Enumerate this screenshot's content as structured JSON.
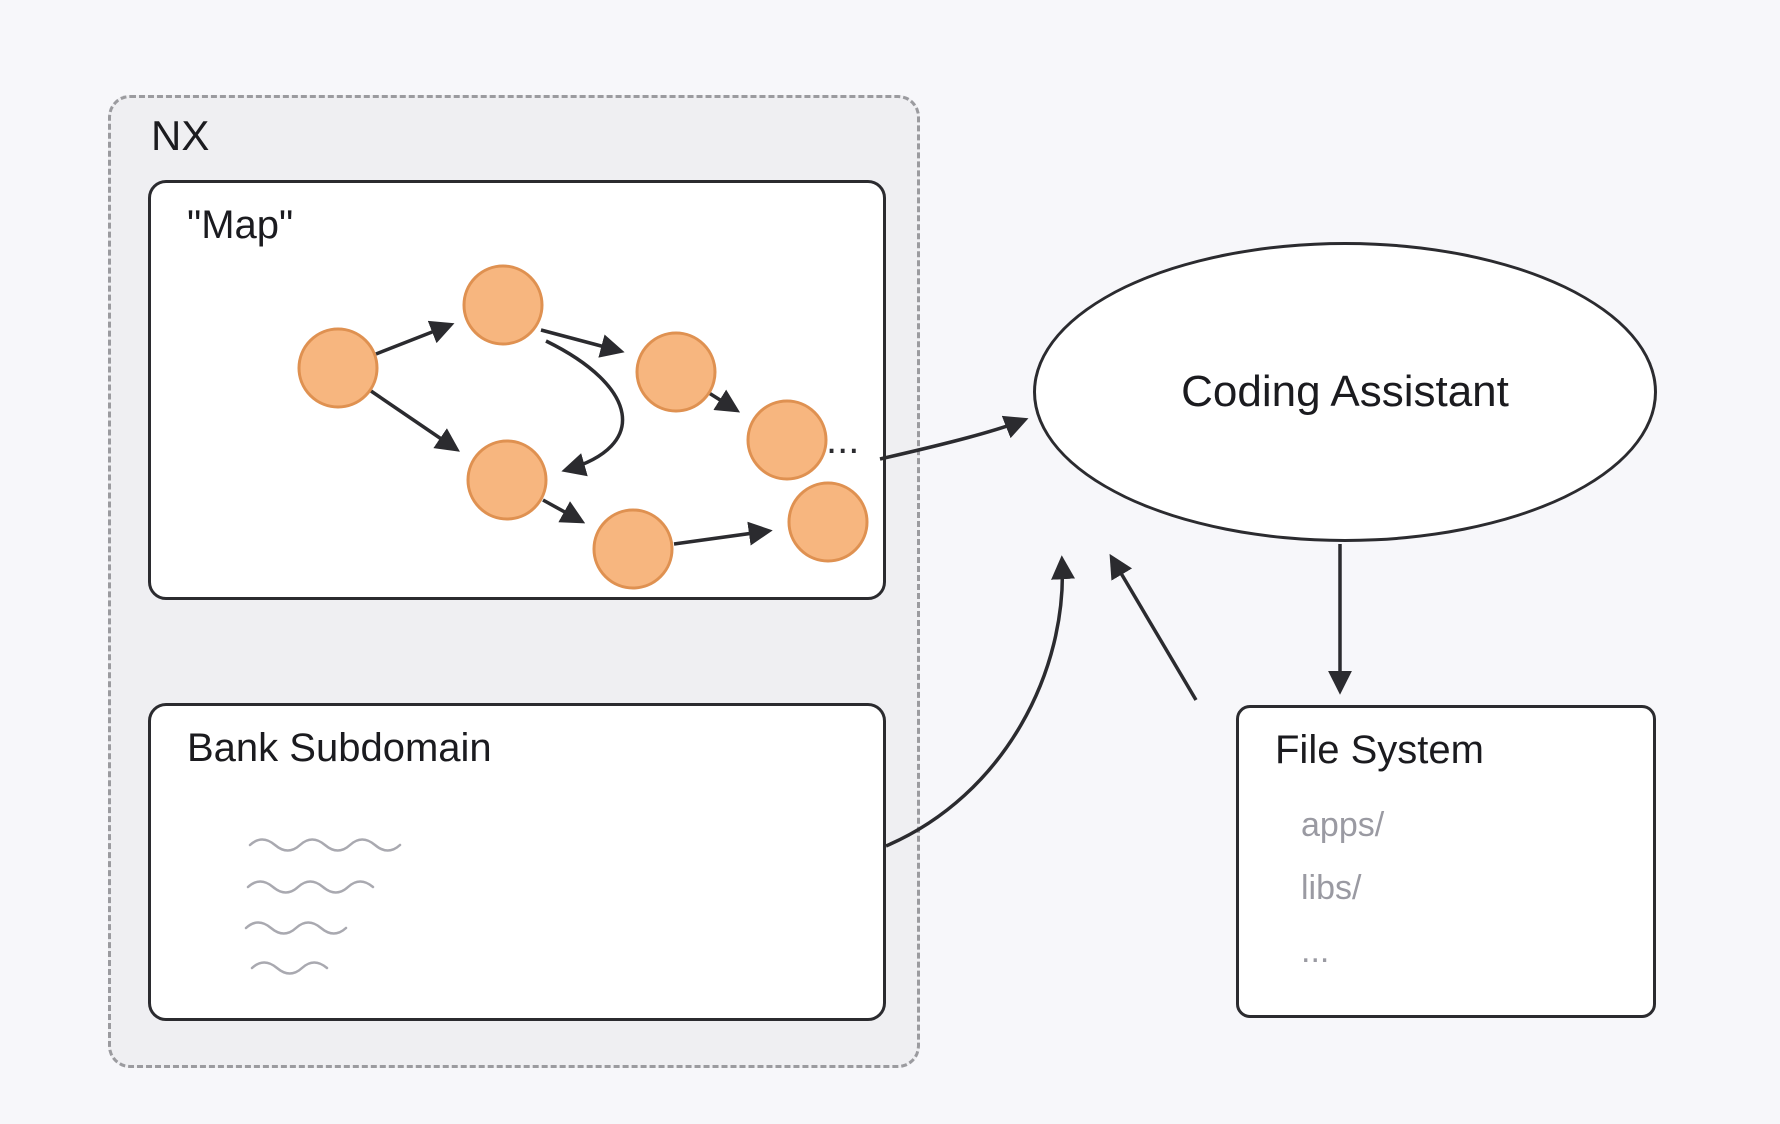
{
  "diagram": {
    "nx": {
      "label": "NX"
    },
    "map": {
      "title": "\"Map\"",
      "ellipsis": "..."
    },
    "bank": {
      "title": "Bank Subdomain"
    },
    "assistant": {
      "label": "Coding Assistant"
    },
    "file_system": {
      "title": "File System",
      "entries": [
        "apps/",
        "libs/",
        "..."
      ]
    },
    "colors": {
      "background": "#F7F7FA",
      "nx_fill": "#EFEFF2",
      "box_border": "#2B2B2F",
      "node_fill": "#F7B67F",
      "node_stroke": "#DF9151",
      "arrow": "#2B2B2F",
      "muted_text": "#9A9AA2"
    }
  }
}
